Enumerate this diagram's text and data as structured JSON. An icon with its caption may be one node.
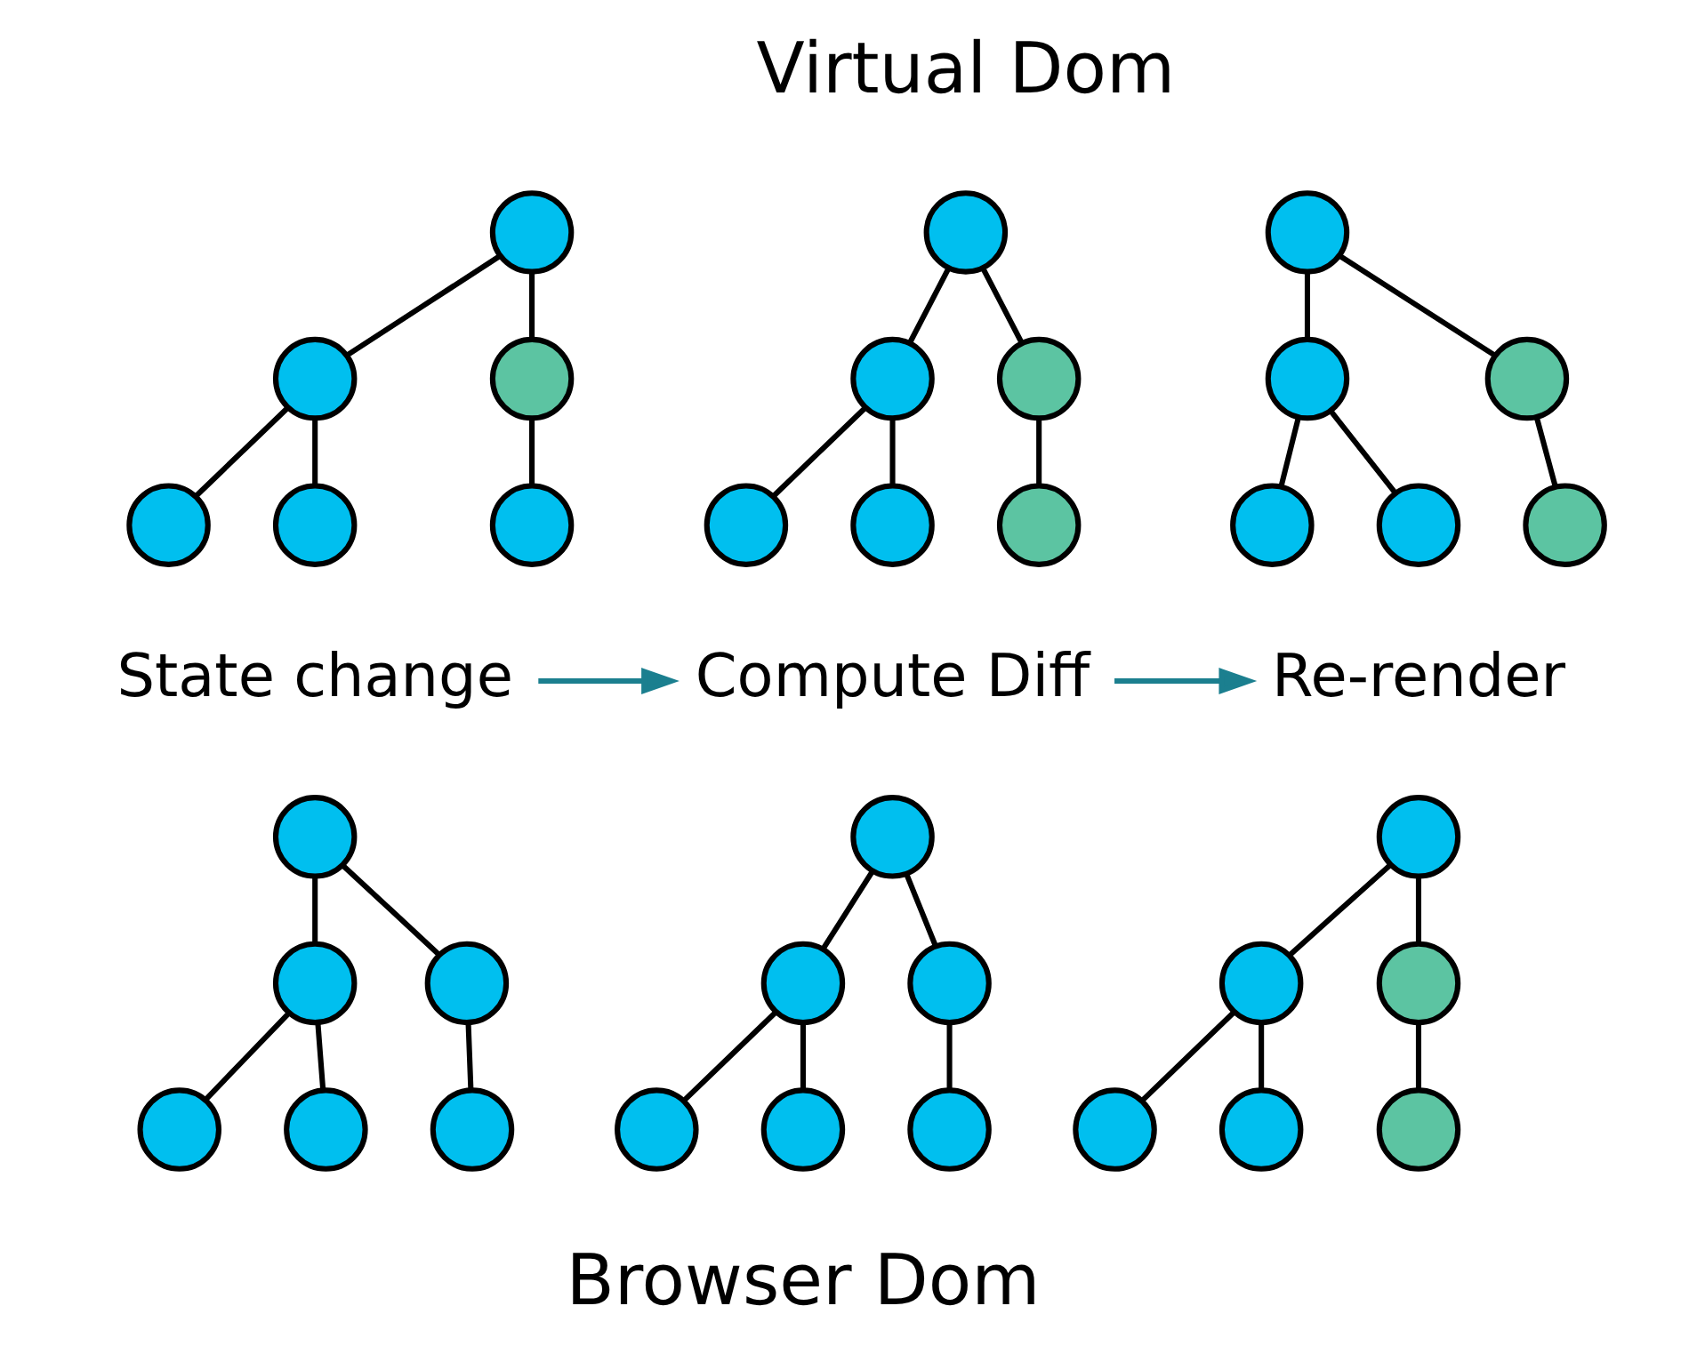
{
  "diagram": {
    "nodes": [
      {
        "text": [],
        "shape": "circle"
      },
      {
        "text": [],
        "shape": "circle"
      },
      {
        "text": [],
        "shape": "circle"
      },
      {
        "text": [],
        "shape": "circle"
      },
      {
        "text": [],
        "shape": "circle"
      },
      {
        "text": [],
        "shape": "circle"
      },
      {
        "text": [],
        "shape": "circle"
      },
      {
        "text": [],
        "shape": "circle"
      },
      {
        "text": [],
        "shape": "circle"
      },
      {
        "text": [],
        "shape": "circle"
      },
      {
        "text": [],
        "shape": "circle"
      },
      {
        "text": [],
        "shape": "circle"
      },
      {
        "text": [],
        "shape": "circle"
      },
      {
        "text": [],
        "shape": "circle"
      },
      {
        "text": [],
        "shape": "circle"
      },
      {
        "text": [],
        "shape": "circle"
      },
      {
        "text": [],
        "shape": "circle"
      },
      {
        "text": [],
        "shape": "circle"
      },
      {
        "text": [
          "State change"
        ]
      },
      {
        "text": [
          "Compute Diff"
        ]
      },
      {
        "text": [
          "Re-render"
        ]
      },
      {
        "text": [],
        "shape": "circle"
      },
      {
        "text": [],
        "shape": "circle"
      },
      {
        "text": [],
        "shape": "circle"
      },
      {
        "text": [],
        "shape": "circle"
      },
      {
        "text": [],
        "shape": "circle"
      },
      {
        "text": [],
        "shape": "circle"
      },
      {
        "text": [],
        "shape": "circle"
      },
      {
        "text": [],
        "shape": "circle"
      },
      {
        "text": [],
        "shape": "circle"
      },
      {
        "text": [],
        "shape": "circle"
      },
      {
        "text": [],
        "shape": "circle"
      },
      {
        "text": [],
        "shape": "circle"
      },
      {
        "text": [],
        "shape": "circle"
      },
      {
        "text": [],
        "shape": "circle"
      },
      {
        "text": [],
        "shape": "circle"
      },
      {
        "text": [],
        "shape": "circle"
      },
      {
        "text": [],
        "shape": "circle"
      },
      {
        "text": [],
        "shape": "circle"
      }
    ],
    "edges": [
      {
        "from": 0,
        "to": 1,
        "arrow": "none"
      },
      {
        "from": 0,
        "to": 2,
        "arrow": "none"
      },
      {
        "from": 1,
        "to": 3,
        "arrow": "none"
      },
      {
        "from": 1,
        "to": 4,
        "arrow": "none"
      },
      {
        "from": 2,
        "to": 5,
        "arrow": "none"
      },
      {
        "from": 6,
        "to": 7,
        "arrow": "none"
      },
      {
        "from": 6,
        "to": 8,
        "arrow": "none"
      },
      {
        "from": 7,
        "to": 9,
        "arrow": "none"
      },
      {
        "from": 7,
        "to": 10,
        "arrow": "none"
      },
      {
        "from": 8,
        "to": 11,
        "arrow": "none"
      },
      {
        "from": 12,
        "to": 13,
        "arrow": "none"
      },
      {
        "from": 12,
        "to": 14,
        "arrow": "none"
      },
      {
        "from": 13,
        "to": 15,
        "arrow": "none"
      },
      {
        "from": 13,
        "to": 16,
        "arrow": "none"
      },
      {
        "from": 14,
        "to": 17,
        "arrow": "none"
      },
      {
        "from": 18,
        "to": 19,
        "arrow": "to",
        "color": "#1b7f8f"
      },
      {
        "from": 19,
        "to": 20,
        "arrow": "to",
        "color": "#1b7f8f"
      },
      {
        "from": 21,
        "to": 22,
        "arrow": "none"
      },
      {
        "from": 21,
        "to": 23,
        "arrow": "none"
      },
      {
        "from": 22,
        "to": 24,
        "arrow": "none"
      },
      {
        "from": 22,
        "to": 25,
        "arrow": "none"
      },
      {
        "from": 23,
        "to": 26,
        "arrow": "none"
      },
      {
        "from": 27,
        "to": 28,
        "arrow": "none"
      },
      {
        "from": 27,
        "to": 29,
        "arrow": "none"
      },
      {
        "from": 28,
        "to": 30,
        "arrow": "none"
      },
      {
        "from": 28,
        "to": 31,
        "arrow": "none"
      },
      {
        "from": 29,
        "to": 32,
        "arrow": "none"
      },
      {
        "from": 33,
        "to": 34,
        "arrow": "none"
      },
      {
        "from": 33,
        "to": 35,
        "arrow": "none"
      },
      {
        "from": 34,
        "to": 36,
        "arrow": "none"
      },
      {
        "from": 34,
        "to": 37,
        "arrow": "none"
      },
      {
        "from": 35,
        "to": 38,
        "arrow": "none"
      }
    ],
    "labels": [
      "Virtual Dom",
      "Browser Dom"
    ]
  }
}
